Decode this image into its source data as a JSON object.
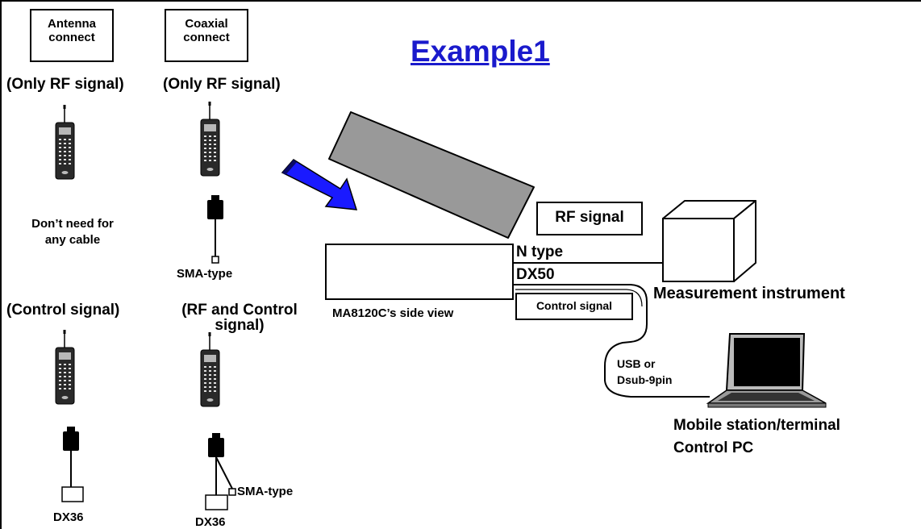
{
  "title": "Example1",
  "tags": {
    "antenna": "Antenna\nconnect",
    "coaxial": "Coaxial\nconnect"
  },
  "headings": {
    "only_rf_1": "(Only RF signal)",
    "only_rf_2": "(Only RF signal)",
    "control_signal": "(Control signal)",
    "rf_and_control": "(RF and Control\nsignal)"
  },
  "labels": {
    "no_cable": "Don’t need for\nany cable",
    "sma_type_1": "SMA-type",
    "sma_type_2": "SMA-type",
    "dx36_1": "DX36",
    "dx36_2": "DX36",
    "rf_signal": "RF signal",
    "n_type": "N type",
    "dx50": "DX50",
    "side_view": "MA8120C’s side view",
    "control_signal_box": "Control signal",
    "measurement_instrument": "Measurement instrument",
    "usb_or": "USB or\nDsub-9pin",
    "pc_label": "Mobile station/terminal\nControl PC"
  },
  "colors": {
    "title": "#1a1acc",
    "arrow": "#1a1aff",
    "lid": "#999999",
    "phone": "#2a2a2a"
  },
  "icons": [
    "mobile-phone-icon",
    "connector-plug-icon",
    "blue-arrow-icon",
    "laptop-icon",
    "instrument-box-icon"
  ]
}
